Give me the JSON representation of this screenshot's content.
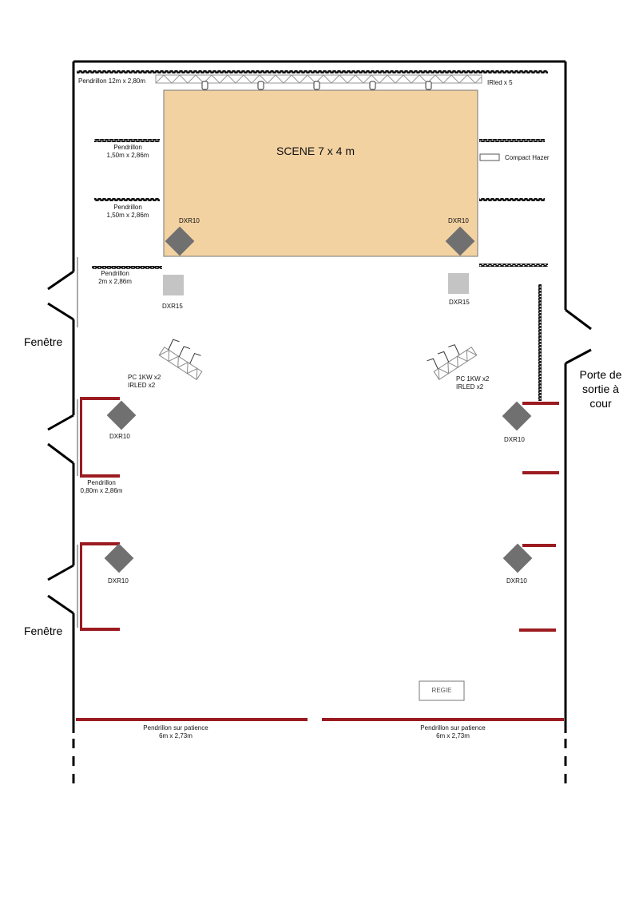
{
  "stage": {
    "label": "SCENE 7 x 4 m",
    "color": "#f3d2a2"
  },
  "curtain_colors": {
    "black": "#111111",
    "red": "#9b1b20"
  },
  "speaker_colors": {
    "dark": "#707070",
    "light": "#c4c4c4"
  },
  "labels": {
    "top_curtain": "Pendrillon 12m x 2,80m",
    "irled": "IRled x 5",
    "hazer": "Compact Hazer",
    "pend_150_a": [
      "Pendrillon",
      "1,50m x 2,86m"
    ],
    "pend_150_b": [
      "Pendrillon",
      "1,50m x 2,86m"
    ],
    "pend_2m": [
      "Pendrillon",
      "2m x 2,86m"
    ],
    "pend_080": [
      "Pendrillon",
      "0,80m x 2,86m"
    ],
    "patience_left": [
      "Pendrillon sur patience",
      "6m x 2,73m"
    ],
    "patience_right": [
      "Pendrillon sur patience",
      "6m x 2,73m"
    ],
    "truss_left": [
      "PC 1KW x2",
      "IRLED x2"
    ],
    "truss_right": [
      "PC 1KW x2",
      "IRLED x2"
    ],
    "window_1": "Fenêtre",
    "window_2": "Fenêtre",
    "exit_door": [
      "Porte de",
      "sortie à",
      "cour"
    ],
    "regie": "REGIE"
  },
  "speakers": {
    "stage_left": "DXR10",
    "stage_right": "DXR10",
    "dxr15_left": "DXR15",
    "dxr15_right": "DXR15",
    "mid_left": "DXR10",
    "mid_right": "DXR10",
    "low_left": "DXR10",
    "low_right": "DXR10"
  }
}
